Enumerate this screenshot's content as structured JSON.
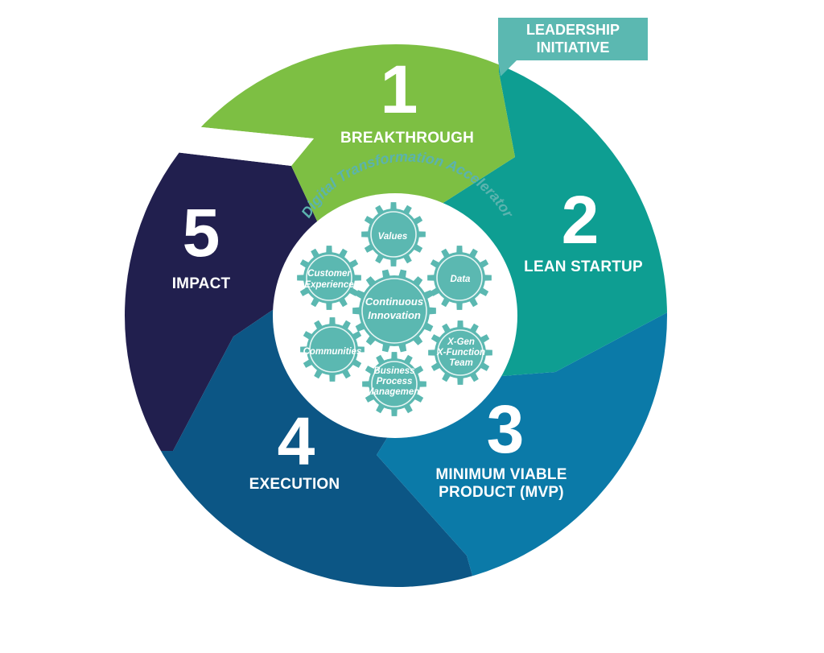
{
  "leadership_tag": {
    "line1": "LEADERSHIP",
    "line2": "INITIATIVE"
  },
  "segments": [
    {
      "number": "1",
      "label": "BREAKTHROUGH",
      "color": "#7dbf43"
    },
    {
      "number": "2",
      "label": "LEAN STARTUP",
      "color": "#0e9e92"
    },
    {
      "number": "3",
      "label_line1": "MINIMUM VIABLE",
      "label_line2": "PRODUCT (MVP)",
      "color": "#0b7aa8"
    },
    {
      "number": "4",
      "label": "EXECUTION",
      "color": "#0c5685"
    },
    {
      "number": "5",
      "label": "IMPACT",
      "color": "#211f4e"
    }
  ],
  "hub": {
    "title": "Digital Transformation Accelerator",
    "gears": {
      "center": {
        "line1": "Continuous",
        "line2": "Innovation"
      },
      "values": "Values",
      "data": "Data",
      "xgen": {
        "line1": "X-Gen",
        "line2": "X-Function",
        "line3": "Team"
      },
      "bpm": {
        "line1": "Business",
        "line2": "Process",
        "line3": "Management"
      },
      "communities": "Communities",
      "customer": {
        "line1": "Customer",
        "line2": "Experience"
      }
    },
    "gear_color": "#5bb8b1",
    "title_color": "#5bb3ae"
  },
  "tag_color": "#5bb8b1"
}
